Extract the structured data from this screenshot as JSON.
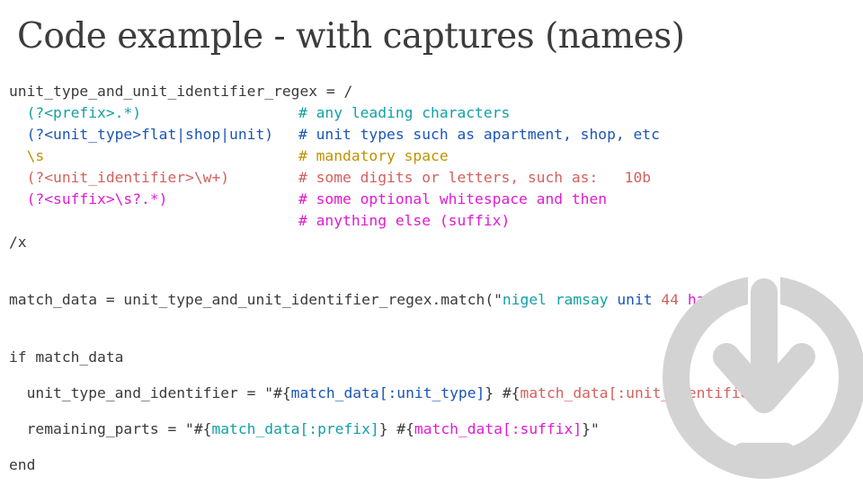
{
  "title": "Code example - with captures (names)",
  "code": {
    "regex_open": "unit_type_and_unit_identifier_regex = /",
    "group_prefix": "  (?<prefix>.*)",
    "comment_prefix": "# any leading characters",
    "group_unit_type": "  (?<unit_type>flat|shop|unit)",
    "comment_unit_type": "# unit types such as apartment, shop, etc",
    "group_space": "  \\s",
    "comment_space": "# mandatory space",
    "group_unit_identifier": "  (?<unit_identifier>\\w+)",
    "comment_unit_identifier": "# some digits or letters, such as:   10b",
    "group_suffix": "  (?<suffix>\\s?.*)",
    "comment_suffix_1": "# some optional whitespace and then",
    "comment_suffix_2": "# anything else (suffix)",
    "regex_close": "/x",
    "match_start": "match_data = unit_type_and_unit_identifier_regex.match(\"",
    "match_prefix": "nigel ramsay",
    "match_unit_type": "unit",
    "match_identifier": "44",
    "match_suffix": "hahaha",
    "match_end": "\")",
    "if_line": "if match_data",
    "uti_start": "  unit_type_and_identifier = \"#{",
    "uti_type": "match_data[:unit_type]",
    "uti_mid": "} #{",
    "uti_ident": "match_data[:unit_identifier]",
    "uti_end": "}\"",
    "rp_start": "  remaining_parts = \"#{",
    "rp_prefix": "match_data[:prefix]",
    "rp_mid": "} #{",
    "rp_suffix": "match_data[:suffix]",
    "rp_end": "}\"",
    "end_line": "end"
  },
  "colors": {
    "prefix": "#13a0a6",
    "unit_type": "#1a55b8",
    "space": "#bf9200",
    "unit_identifier": "#d4615d",
    "suffix": "#e01bd0"
  },
  "logo": {
    "icon": "download-circle-icon",
    "color": "#d3d3d3"
  }
}
